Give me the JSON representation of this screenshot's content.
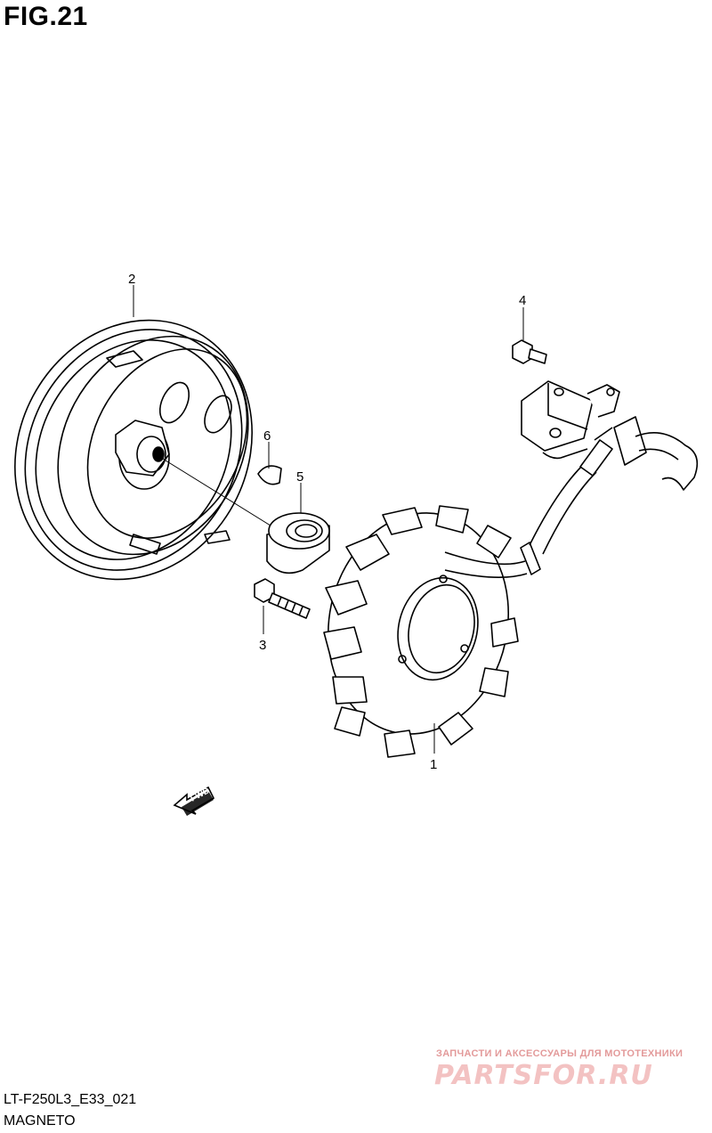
{
  "figure": {
    "title": "FIG.21"
  },
  "parts": [
    {
      "ref": "1"
    },
    {
      "ref": "2"
    },
    {
      "ref": "3"
    },
    {
      "ref": "4"
    },
    {
      "ref": "5"
    },
    {
      "ref": "6"
    }
  ],
  "fwd_label": "FWD",
  "footer": {
    "code": "LT-F250L3_E33_021",
    "subtitle": "MAGNETO"
  },
  "watermark": {
    "tagline": "ЗАПЧАСТИ И АКСЕССУАРЫ ДЛЯ МОТОТЕХНИКИ",
    "logo": "PARTSFOR.RU"
  }
}
